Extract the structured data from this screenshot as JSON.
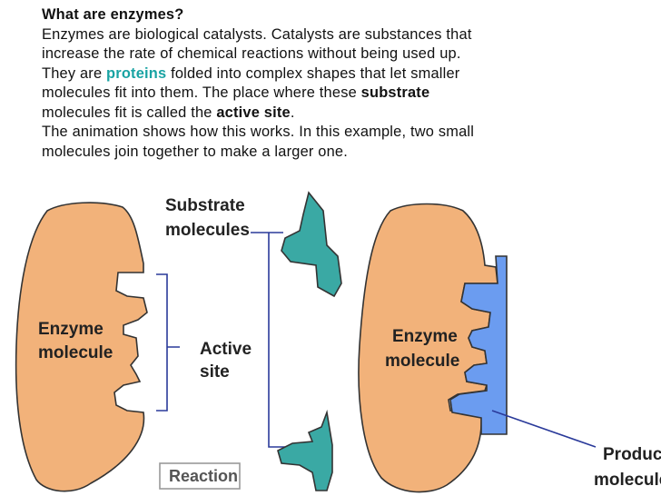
{
  "text": {
    "heading": "What are enzymes?",
    "line1": "Enzymes are biological catalysts. Catalysts are substances that",
    "line2": "increase the rate of chemical reactions without being used up.",
    "line3_pre": "They are ",
    "line3_emph": "proteins",
    "line3_post": " folded into complex shapes that let smaller",
    "line4_pre": "molecules fit into them. The place where these ",
    "line4_bold": "substrate",
    "line5_pre": "molecules fit is called the ",
    "line5_bold": "active site",
    "line5_post": ".",
    "line6": "The animation shows how this works. In this example, two small",
    "line7": "molecules join together to make a larger one."
  },
  "diagram": {
    "substrate_label_1": "Substrate",
    "substrate_label_2": "molecules",
    "enzyme_label_1": "Enzyme",
    "enzyme_label_2": "molecule",
    "active_label_1": "Active",
    "active_label_2": "site",
    "enzyme2_label_1": "Enzyme",
    "enzyme2_label_2": "molecule",
    "product_label_1": "Product",
    "product_label_2": "molecule",
    "reaction_button": "Reaction"
  },
  "colors": {
    "enzyme": "#f2b27a",
    "substrate": "#3aa9a4",
    "product": "#6b9cf0"
  }
}
